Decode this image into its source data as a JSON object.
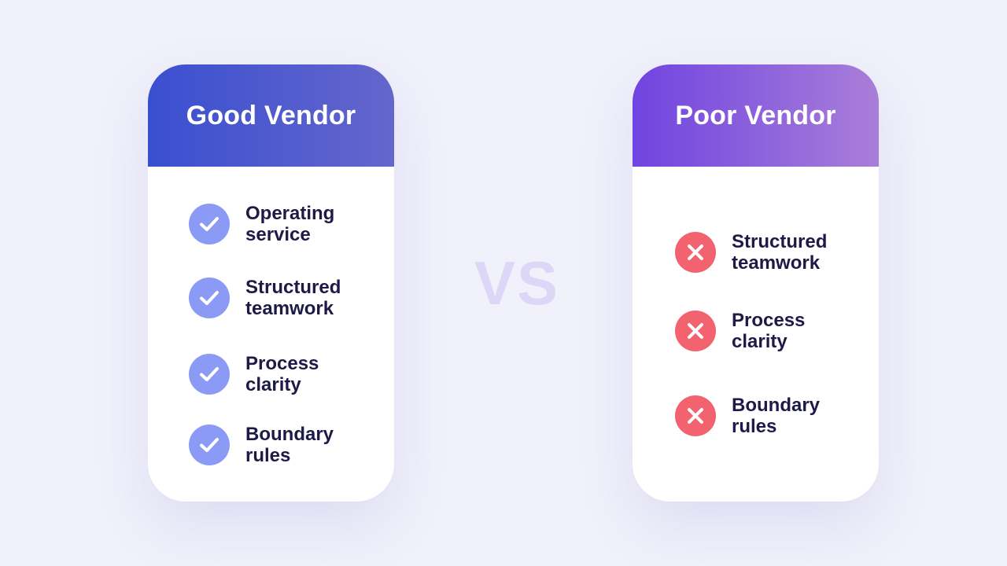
{
  "good_vendor": {
    "title": "Good Vendor",
    "items": [
      {
        "label": "Operating service",
        "icon": "check-icon"
      },
      {
        "label": "Structured teamwork",
        "icon": "check-icon"
      },
      {
        "label": "Process clarity",
        "icon": "check-icon"
      },
      {
        "label": "Boundary rules",
        "icon": "check-icon"
      }
    ]
  },
  "vs_label": "VS",
  "poor_vendor": {
    "title": "Poor Vendor",
    "items": [
      {
        "label": "Structured teamwork",
        "icon": "cross-icon"
      },
      {
        "label": "Process clarity",
        "icon": "cross-icon"
      },
      {
        "label": "Boundary rules",
        "icon": "cross-icon"
      }
    ]
  },
  "colors": {
    "background": "#f1f1fb",
    "good_header_start": "#3a4fd0",
    "good_header_end": "#6466cc",
    "poor_header_start": "#7044e0",
    "poor_header_end": "#a97ed8",
    "check_badge": "#8b9bf5",
    "cross_badge": "#f2626f",
    "item_text": "#1e1a48",
    "vs_text": "#ddd6f6"
  }
}
